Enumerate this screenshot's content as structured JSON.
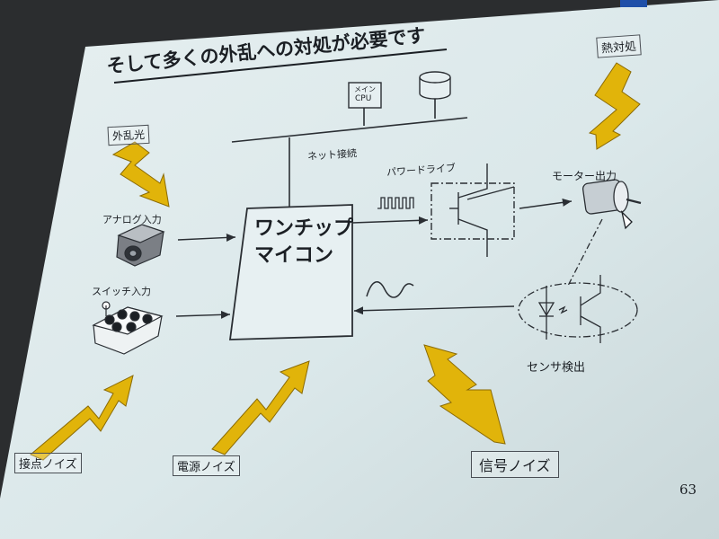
{
  "slide": {
    "title": "そして多くの外乱への対処が必要です",
    "page_number": "63",
    "colors": {
      "slide_bg": "#dde9ea",
      "lightning": "#e1b40a",
      "ink": "#1b1f24",
      "room": "#2b2d2f",
      "logo": "#1f4fa8"
    }
  },
  "diagram": {
    "mcu_label_line1": "ワンチップ",
    "mcu_label_line2": "マイコン",
    "main_cpu_line1": "メイン",
    "main_cpu_line2": "CPU",
    "network_label": "ネット接続",
    "power_drive_label": "パワードライブ",
    "motor_label": "モーター出力",
    "analog_input_label": "アナログ入力",
    "switch_input_label": "スイッチ入力",
    "sensor_label": "センサ検出"
  },
  "noise": {
    "external_light": "外乱光",
    "heat": "熱対処",
    "contact_noise": "接点ノイズ",
    "power_noise": "電源ノイズ",
    "signal_noise": "信号ノイズ"
  },
  "icons": [
    "lightning-bolt-icon",
    "camera-icon",
    "switch-panel-icon",
    "motor-icon",
    "database-icon",
    "optocoupler-icon"
  ]
}
